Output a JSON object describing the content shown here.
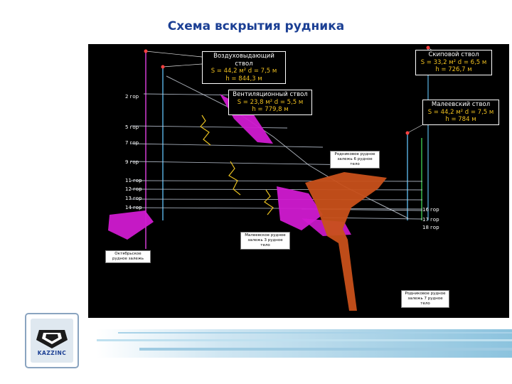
{
  "title": "Схема вскрытия рудника",
  "shafts": {
    "air": {
      "name": "Воздуховыдающий ствол",
      "params": "S = 44,2 м²  d = 7,5 м",
      "depth": "h =  844,3 м"
    },
    "skip": {
      "name": "Скиповой ствол",
      "params": "S = 33,2 м²  d = 6,5 м",
      "depth": "h =  726,7 м"
    },
    "vent": {
      "name": "Вентиляционный ствол",
      "params": "S = 23,8 м²  d = 5,5 м",
      "depth": "h =  779,8 м"
    },
    "maleev": {
      "name": "Малеевский ствол",
      "params": "S = 44,2 м²  d = 7,5 м",
      "depth": "h =  784 м"
    }
  },
  "levels": {
    "l2": "2 гор",
    "l5": "5 гор",
    "l7": "7 гор",
    "l9": "9 гор",
    "l11": "11 гор",
    "l12": "12 гор",
    "l13": "13 гор",
    "l14": "14 гор",
    "l16": "16 гор",
    "l17": "17 гор",
    "l18": "18 гор"
  },
  "zones": {
    "rodnik6": "Родниковое рудное залежь 6 рудное тело",
    "maleev3": "Малеевское рудное залежь 3 рудное тело",
    "october": "Октябрьское рудное залежь",
    "rodnik7": "Родниковое рудное залежь 7 рудное тело"
  },
  "logo": {
    "text": "KAZZINC"
  },
  "colors": {
    "title": "#1b3f94",
    "background": "#000000",
    "orebody_magenta": "#d01ad0",
    "orebody_orange": "#c8501a",
    "shaft_blue": "#5ab4e6",
    "shaft_magenta": "#e040e0",
    "shaft_green": "#3cc850"
  }
}
